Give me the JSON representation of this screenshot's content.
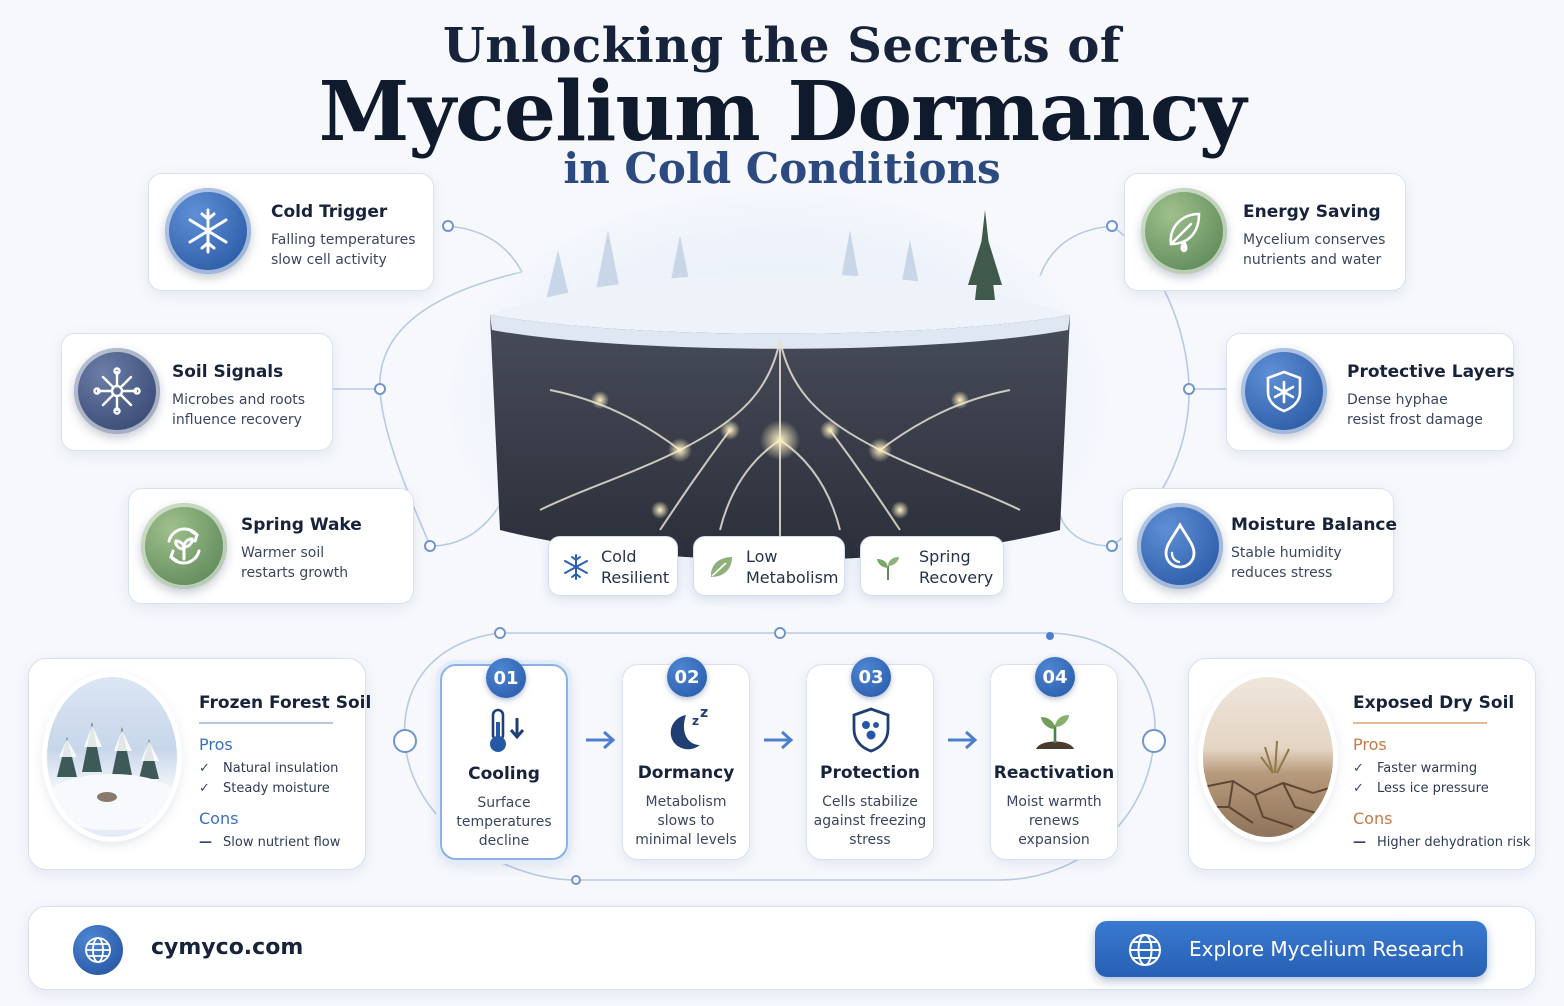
{
  "title": {
    "line1": "Unlocking the Secrets of",
    "line2": "Mycelium Dormancy",
    "line3": "in Cold Conditions"
  },
  "left_features": [
    {
      "title": "Cold Trigger",
      "text1": "Falling temperatures",
      "text2": "slow cell activity",
      "icon": "snowflake-icon"
    },
    {
      "title": "Soil Signals",
      "text1": "Microbes and roots",
      "text2": "influence recovery",
      "icon": "network-icon"
    },
    {
      "title": "Spring Wake",
      "text1": "Warmer soil",
      "text2": "restarts growth",
      "icon": "cycle-sprout-icon"
    }
  ],
  "right_features": [
    {
      "title": "Energy Saving",
      "text1": "Mycelium conserves",
      "text2": "nutrients and water",
      "icon": "leaf-drop-icon"
    },
    {
      "title": "Protective Layers",
      "text1": "Dense hyphae",
      "text2": "resist frost damage",
      "icon": "shield-snowflake-icon"
    },
    {
      "title": "Moisture Balance",
      "text1": "Stable humidity",
      "text2": "reduces stress",
      "icon": "water-drop-icon"
    }
  ],
  "chips": [
    {
      "line1": "Cold",
      "line2": "Resilient",
      "icon": "snowflake-icon"
    },
    {
      "line1": "Low",
      "line2": "Metabolism",
      "icon": "leaf-icon"
    },
    {
      "line1": "Spring",
      "line2": "Recovery",
      "icon": "sprout-icon"
    }
  ],
  "steps": [
    {
      "num": "01",
      "title": "Cooling",
      "l1": "Surface",
      "l2": "temperatures",
      "l3": "decline",
      "icon": "thermometer-down-icon"
    },
    {
      "num": "02",
      "title": "Dormancy",
      "l1": "Metabolism",
      "l2": "slows to",
      "l3": "minimal levels",
      "icon": "moon-sleep-icon"
    },
    {
      "num": "03",
      "title": "Protection",
      "l1": "Cells stabilize",
      "l2": "against freezing",
      "l3": "stress",
      "icon": "shield-cells-icon"
    },
    {
      "num": "04",
      "title": "Reactivation",
      "l1": "Moist warmth",
      "l2": "renews",
      "l3": "expansion",
      "icon": "sprout-soil-icon"
    }
  ],
  "frozen": {
    "title": "Frozen Forest Soil",
    "pros_label": "Pros",
    "pros": [
      "Natural insulation",
      "Steady moisture"
    ],
    "cons_label": "Cons",
    "cons": [
      "Slow nutrient flow"
    ]
  },
  "dry": {
    "title": "Exposed Dry Soil",
    "pros_label": "Pros",
    "pros": [
      "Faster warming",
      "Less ice pressure"
    ],
    "cons_label": "Cons",
    "cons": [
      "Higher dehydration risk"
    ]
  },
  "footer": {
    "site": "cymyco.com",
    "cta": "Explore Mycelium Research"
  },
  "colors": {
    "primary_blue": "#2660b4",
    "title_navy": "#0f1a2d",
    "subtitle_blue": "#2d4a80",
    "pros_blue": "#3a6fc0",
    "dry_accent": "#c47a45"
  }
}
